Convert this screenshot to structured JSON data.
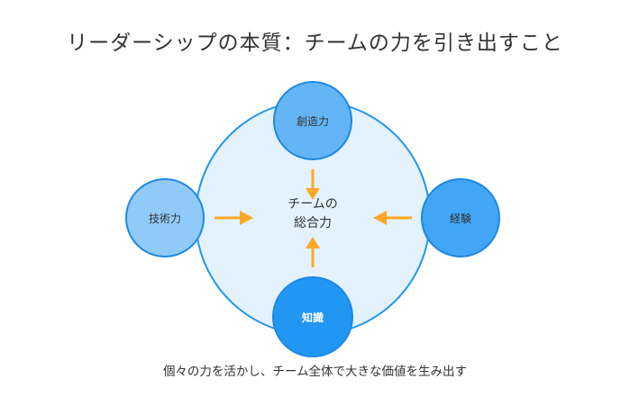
{
  "title": "リーダーシップの本質：チームの力を引き出すこと",
  "center": {
    "line1": "チームの",
    "line2": "総合力"
  },
  "nodes": {
    "top": {
      "label": "創造力",
      "fill": "#64B5F6"
    },
    "left": {
      "label": "技術力",
      "fill": "#90CAF9"
    },
    "right": {
      "label": "経験",
      "fill": "#42A5F5"
    },
    "bottom": {
      "label": "知識",
      "fill": "#2196F3"
    }
  },
  "colors": {
    "main_circle_fill": "#E3F2FD",
    "main_circle_stroke": "#2196F3",
    "node_stroke": "#1E88E5",
    "arrow": "#FFA726",
    "text": "#333333"
  },
  "caption": "個々の力を活かし、チーム全体で大きな価値を生み出す"
}
